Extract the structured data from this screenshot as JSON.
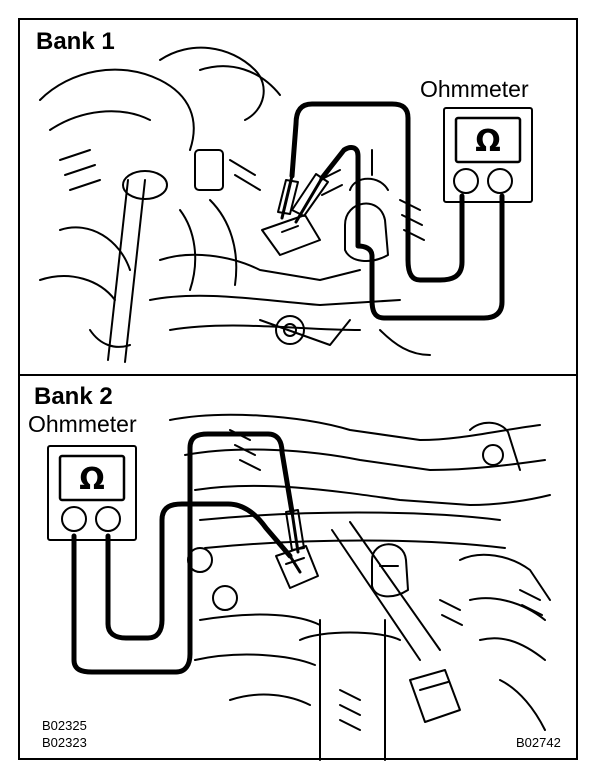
{
  "panels": [
    {
      "bank_label": "Bank 1",
      "meter_label": "Ohmmeter",
      "meter_symbol": "Ω"
    },
    {
      "bank_label": "Bank 2",
      "meter_label": "Ohmmeter",
      "meter_symbol": "Ω"
    }
  ],
  "reference_codes": [
    "B02325",
    "B02323",
    "B02742"
  ],
  "colors": {
    "line": "#000000",
    "background": "#ffffff"
  }
}
